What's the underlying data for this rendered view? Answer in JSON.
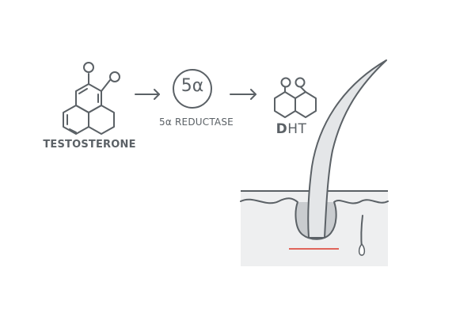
{
  "molecules": {
    "testosterone": {
      "label": "TESTOSTERONE"
    },
    "dht": {
      "label_first": "D",
      "label_rest": "HT"
    }
  },
  "enzyme": {
    "symbol": "5α",
    "label": "5α REDUCTASE"
  },
  "colors": {
    "stroke": "#5b6166",
    "skin_fill": "#eeeff0",
    "follicle_fill": "#c9cccf",
    "accent_line": "#e0655a"
  },
  "icons": [
    "arrow-right-icon",
    "arrow-right-icon"
  ]
}
